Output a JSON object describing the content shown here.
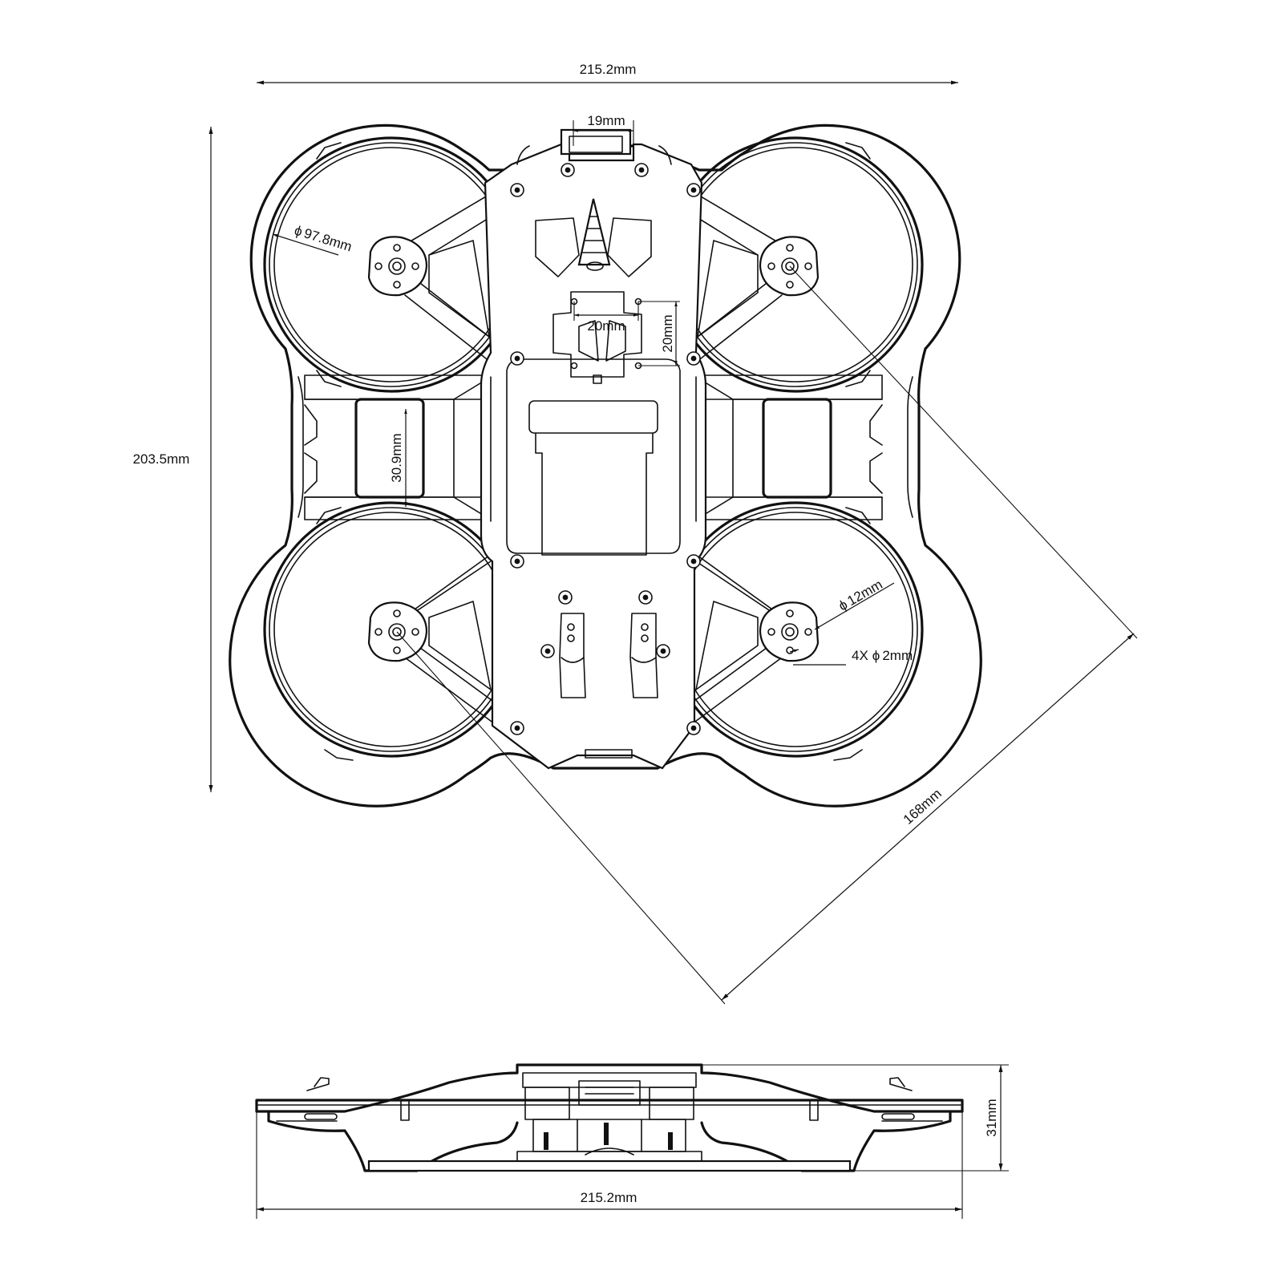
{
  "top_view": {
    "dimensions": {
      "overall_width": "215.2mm",
      "overall_height": "203.5mm",
      "camera_mount_width": "19mm",
      "prop_guard_diameter": "97.8mm",
      "fc_mount_width": "20mm",
      "fc_mount_height": "20mm",
      "battery_bay_height": "30.9mm",
      "motor_center_diameter": "12mm",
      "motor_screw_holes": "2mm",
      "motor_screw_prefix": "4X",
      "wheelbase_diagonal": "168mm"
    },
    "symbols": {
      "diameter": "ϕ"
    }
  },
  "side_view": {
    "dimensions": {
      "overall_width": "215.2mm",
      "height": "31mm"
    }
  }
}
